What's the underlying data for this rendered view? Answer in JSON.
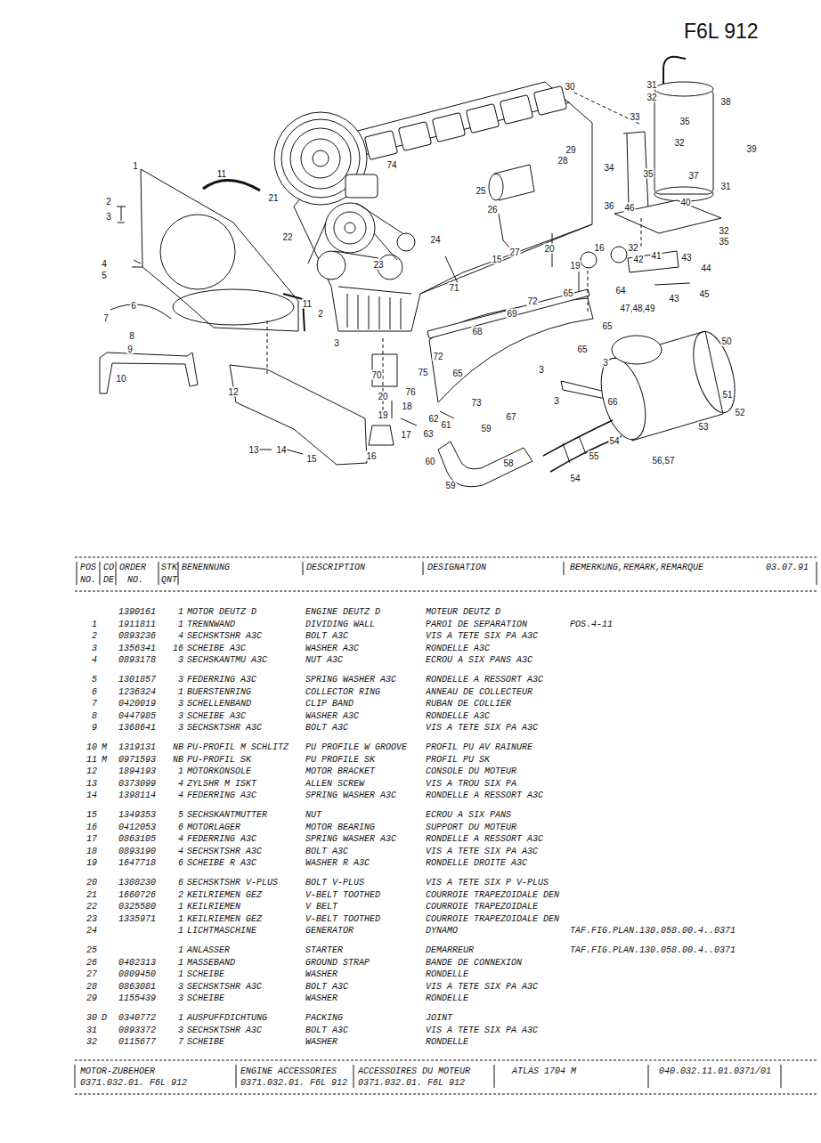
{
  "diagram": {
    "title": "F6L 912",
    "labels": [
      "1",
      "11",
      "2",
      "3",
      "21",
      "74",
      "30",
      "31",
      "32",
      "38",
      "33",
      "35",
      "32",
      "39",
      "29",
      "28",
      "37",
      "34",
      "35",
      "31",
      "25",
      "36",
      "46",
      "40",
      "32",
      "35",
      "26",
      "27",
      "15",
      "20",
      "19",
      "16",
      "32",
      "41",
      "42",
      "43",
      "44",
      "45",
      "43",
      "64",
      "47,48,49",
      "22",
      "24",
      "23",
      "71",
      "72",
      "65",
      "69",
      "68",
      "65",
      "65",
      "3",
      "3",
      "50",
      "72",
      "65",
      "3",
      "66",
      "67",
      "73",
      "4",
      "5",
      "6",
      "7",
      "8",
      "9",
      "10",
      "11",
      "2",
      "3",
      "12",
      "70",
      "75",
      "20",
      "76",
      "18",
      "19",
      "17",
      "13",
      "14",
      "15",
      "16",
      "62",
      "61",
      "63",
      "59",
      "60",
      "59",
      "58",
      "54",
      "55",
      "54",
      "56,57",
      "51",
      "52",
      "53",
      "POS",
      "CO",
      "ORDER",
      "STK",
      "BENENNUNG",
      "DESCRIPTION",
      "DESIGNATION",
      "BEMERKUNG,REMARK,REMARQUE",
      "03.07.91",
      "NO.",
      "DE",
      "NO.",
      "QNT",
      "1390161",
      "1",
      "MOTOR DEUTZ D",
      "ENGINE DEUTZ D",
      "MOTEUR DEUTZ D",
      "1",
      "1911811",
      "1",
      "TRENNWAND",
      "DIVIDING WALL",
      "PAROI DE SEPARATION",
      "POS.4-11",
      "2",
      "0893236",
      "4",
      "SECHSKTSHR A3C",
      "BOLT A3C",
      "VIS A TETE SIX PA A3C",
      "3",
      "1356341",
      "16",
      "SCHEIBE A3C",
      "WASHER A3C",
      "RONDELLE A3C",
      "4",
      "0893178",
      "3",
      "SECHSKANTMU A3C",
      "NUT A3C",
      "ECROU A SIX PANS A3C",
      "5",
      "1301857",
      "3",
      "FEDERRING A3C",
      "SPRING WASHER A3C",
      "RONDELLE A RESSORT A3C",
      "6",
      "1236324",
      "1",
      "BUERSTENRING",
      "COLLECTOR RING",
      "ANNEAU DE COLLECTEUR",
      "7",
      "0420019",
      "3",
      "SCHELLENBAND",
      "CLIP BAND",
      "RUBAN DE COLLIER",
      "8",
      "0447985",
      "3",
      "SCHEIBE A3C",
      "WASHER A3C",
      "RONDELLE A3C",
      "9",
      "1368641",
      "3",
      "SECHSKTSHR A3C",
      "BOLT A3C",
      "VIS A TETE SIX PA A3C",
      "10",
      "M",
      "1319131",
      "NB",
      "PU-PROFIL M SCHLITZ",
      "PU PROFILE W GROOVE",
      "PROFIL PU AV RAINURE",
      "11",
      "M",
      "0971593",
      "NB",
      "PU-PROFIL SK",
      "PU PROFILE SK",
      "PROFIL PU SK",
      "12",
      "1894193",
      "1",
      "MOTORKONSOLE",
      "MOTOR BRACKET",
      "CONSOLE DU MOTEUR",
      "13",
      "0373099",
      "4",
      "ZYLSHR M ISKT",
      "ALLEN SCREW",
      "VIS A TROU SIX PA",
      "14",
      "1398114",
      "4",
      "FEDERRING A3C",
      "SPRING WASHER A3C",
      "RONDELLE A RESSORT A3C",
      "15",
      "1349353",
      "5",
      "SECHSKANTMUTTER",
      "NUT",
      "ECROU A SIX PANS",
      "16",
      "0412053",
      "6",
      "MOTORLAGER",
      "MOTOR BEARING",
      "SUPPORT DU MOTEUR",
      "17",
      "0863105",
      "4",
      "FEDERRING A3C",
      "SPRING WASHER A3C",
      "RONDELLE A RESSORT A3C",
      "18",
      "0893190",
      "4",
      "SECHSKTSHR A3C",
      "BOLT A3C",
      "VIS A TETE SIX PA A3C",
      "19",
      "1647718",
      "6",
      "SCHEIBE R A3C",
      "WASHER R A3C",
      "RONDELLE DROITE A3C",
      "20",
      "1308230",
      "6",
      "SECHSKTSHR V-PLUS",
      "BOLT V-PLUS",
      "VIS A TETE SIX P V-PLUS",
      "21",
      "1660726",
      "2",
      "KEILRIEMEN GEZ",
      "V-BELT TOOTHED",
      "COURROIE TRAPEZOIDALE DEN",
      "22",
      "0325580",
      "1",
      "KEILRIEMEN",
      "V BELT",
      "COURROIE TRAPEZOIDALE",
      "23",
      "1335971",
      "1",
      "KEILRIEMEN GEZ",
      "V-BELT TOOTHED",
      "COURROIE TRAPEZOIDALE DEN",
      "24",
      "1",
      "LICHTMASCHINE",
      "GENERATOR",
      "DYNAMO",
      "TAF.FIG.PLAN.130.058.00.4..0371",
      "25",
      "1",
      "ANLASSER",
      "STARTER",
      "DEMARREUR",
      "TAF.FIG.PLAN.130.058.00.4..0371",
      "26",
      "0402313",
      "1",
      "MASSEBAND",
      "GROUND STRAP",
      "BANDE DE CONNEXION",
      "27",
      "0809450",
      "1",
      "SCHEIBE",
      "WASHER",
      "RONDELLE",
      "28",
      "0863081",
      "3",
      "SECHSKTSHR A3C",
      "BOLT A3C",
      "VIS A TETE SIX PA A3C",
      "29",
      "1155439",
      "3",
      "SCHEIBE",
      "WASHER",
      "RONDELLE",
      "30",
      "D",
      "0340772",
      "1",
      "AUSPUFFDICHTUNG",
      "PACKING",
      "JOINT",
      "31",
      "0893372",
      "3",
      "SECHSKTSHR A3C",
      "BOLT A3C",
      "VIS A TETE SIX PA A3C",
      "32",
      "0115677",
      "7",
      "SCHEIBE",
      "WASHER",
      "RONDELLE",
      "MOTOR-ZUBEHOER",
      "ENGINE ACCESSORIES",
      "ACCESSOIRES DU MOTEUR",
      "ATLAS 1704 M",
      "040.032.11.01.0371/01",
      "0371.032.01. F6L 912",
      "0371.032.01. F6L 912",
      "0371.032.01. F6L 912"
    ]
  }
}
